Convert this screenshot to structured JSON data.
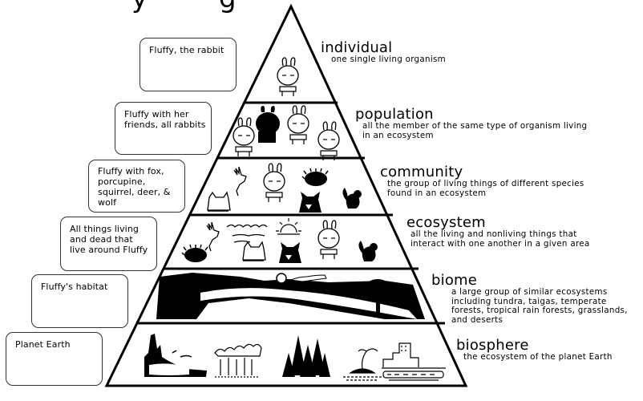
{
  "title": {
    "partial_text": "y",
    "partial_text_2": "g"
  },
  "levels": [
    {
      "id": "individual",
      "name": "individual",
      "description": [
        "one single living organism"
      ],
      "example": [
        "Fluffy, the rabbit"
      ],
      "illustrations": [
        "rabbit"
      ]
    },
    {
      "id": "population",
      "name": "population",
      "description": [
        "all the member of the same type of organism living",
        "in an ecosystem"
      ],
      "example": [
        "Fluffy with her",
        "friends, all rabbits"
      ],
      "illustrations": [
        "rabbit",
        "black-rabbit",
        "rabbit",
        "rabbit"
      ]
    },
    {
      "id": "community",
      "name": "community",
      "description": [
        "the group of living things of different species",
        "found in an ecosystem"
      ],
      "example": [
        "Fluffy with fox,",
        "porcupine,",
        "squirrel, deer, &",
        "wolf"
      ],
      "illustrations": [
        "fox",
        "deer",
        "rabbit",
        "porcupine",
        "wolf",
        "squirrel"
      ]
    },
    {
      "id": "ecosystem",
      "name": "ecosystem",
      "description": [
        "all the living and nonliving things that",
        "interact with one another in a given area"
      ],
      "example": [
        "All things living",
        "and dead that",
        "live around Fluffy"
      ],
      "illustrations": [
        "porcupine",
        "deer",
        "water",
        "fox",
        "sun",
        "wolf",
        "rabbit",
        "squirrel"
      ]
    },
    {
      "id": "biome",
      "name": "biome",
      "description": [
        "a large group of similar ecosystems",
        "including tundra, taigas, temperate",
        "forests, tropical rain forests, grasslands,",
        "and deserts"
      ],
      "example": [
        "Fluffy's habitat"
      ],
      "illustrations": [
        "landscape"
      ]
    },
    {
      "id": "biosphere",
      "name": "biosphere",
      "description": [
        "the ecosystem of the planet Earth"
      ],
      "example": [
        "Planet Earth"
      ],
      "illustrations": [
        "desert",
        "deciduous-forest",
        "conifer-forest",
        "island",
        "city"
      ]
    }
  ]
}
